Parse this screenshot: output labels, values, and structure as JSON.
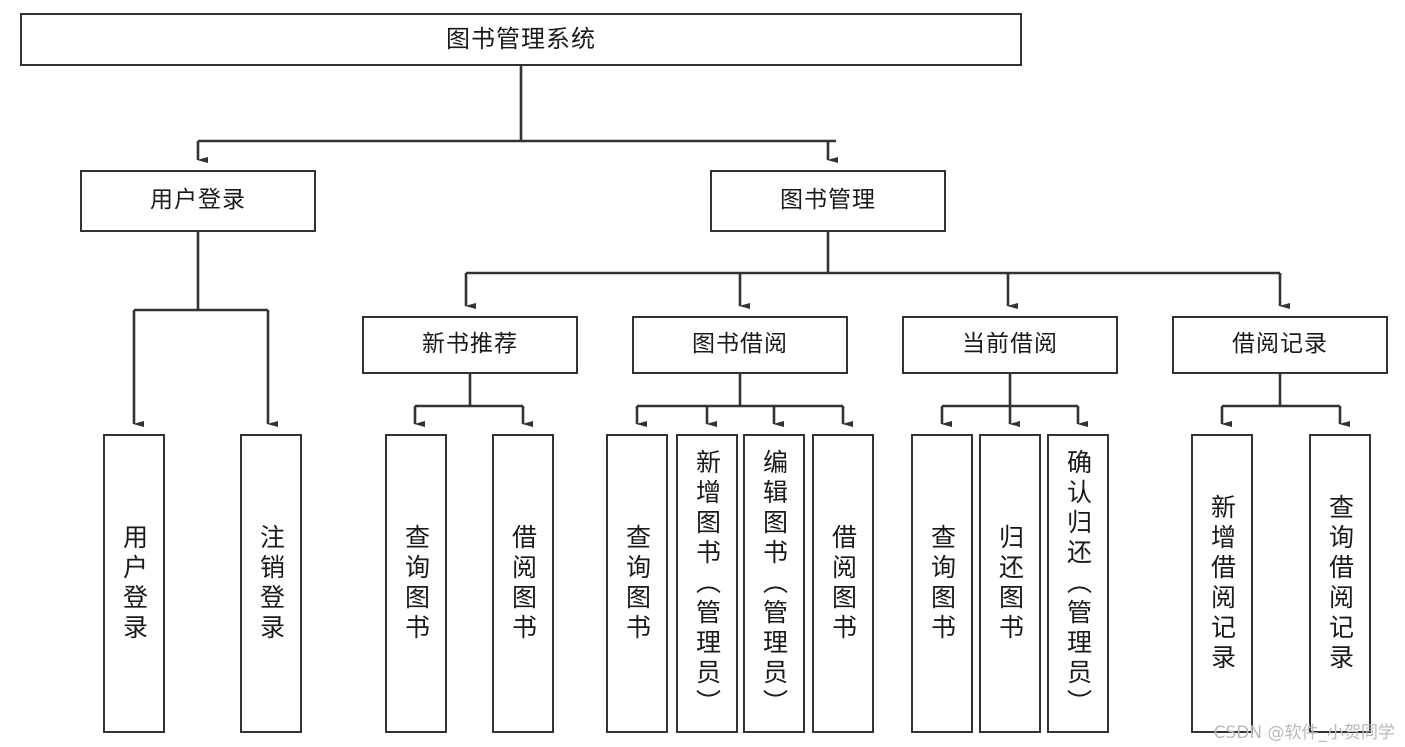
{
  "diagram": {
    "title": "图书管理系统",
    "type": "tree-hierarchy-chart",
    "watermark": "CSDN @软件_小贺同学",
    "colors": {
      "box_border": "#333333",
      "box_fill": "#ffffff",
      "edge": "#333333",
      "text": "#1a1a1a",
      "watermark": "#b9b9b9"
    }
  },
  "nodes": {
    "root": {
      "label": "图书管理系统"
    },
    "level2": [
      {
        "id": "user-login",
        "label": "用户登录"
      },
      {
        "id": "book-manage",
        "label": "图书管理"
      }
    ],
    "level3": [
      {
        "id": "new-book-recommend",
        "label": "新书推荐"
      },
      {
        "id": "book-borrow",
        "label": "图书借阅"
      },
      {
        "id": "current-borrow",
        "label": "当前借阅"
      },
      {
        "id": "borrow-record",
        "label": "借阅记录"
      }
    ],
    "leaves": {
      "user_login": [
        {
          "id": "leaf-user-login",
          "label": "用户登录"
        },
        {
          "id": "leaf-logout-login",
          "label": "注销登录"
        }
      ],
      "new_book_recommend": [
        {
          "id": "leaf-query-book-1",
          "label": "查询图书"
        },
        {
          "id": "leaf-borrow-book-1",
          "label": "借阅图书"
        }
      ],
      "book_borrow": [
        {
          "id": "leaf-query-book-2",
          "label": "查询图书"
        },
        {
          "id": "leaf-add-book",
          "label": "新增图书（管理员）"
        },
        {
          "id": "leaf-edit-book",
          "label": "编辑图书（管理员）"
        },
        {
          "id": "leaf-borrow-book-2",
          "label": "借阅图书"
        }
      ],
      "current_borrow": [
        {
          "id": "leaf-query-book-3",
          "label": "查询图书"
        },
        {
          "id": "leaf-return-book",
          "label": "归还图书"
        },
        {
          "id": "leaf-confirm-return",
          "label": "确认归还（管理员）"
        }
      ],
      "borrow_record": [
        {
          "id": "leaf-add-record",
          "label": "新增借阅记录"
        },
        {
          "id": "leaf-query-record",
          "label": "查询借阅记录"
        }
      ]
    }
  }
}
